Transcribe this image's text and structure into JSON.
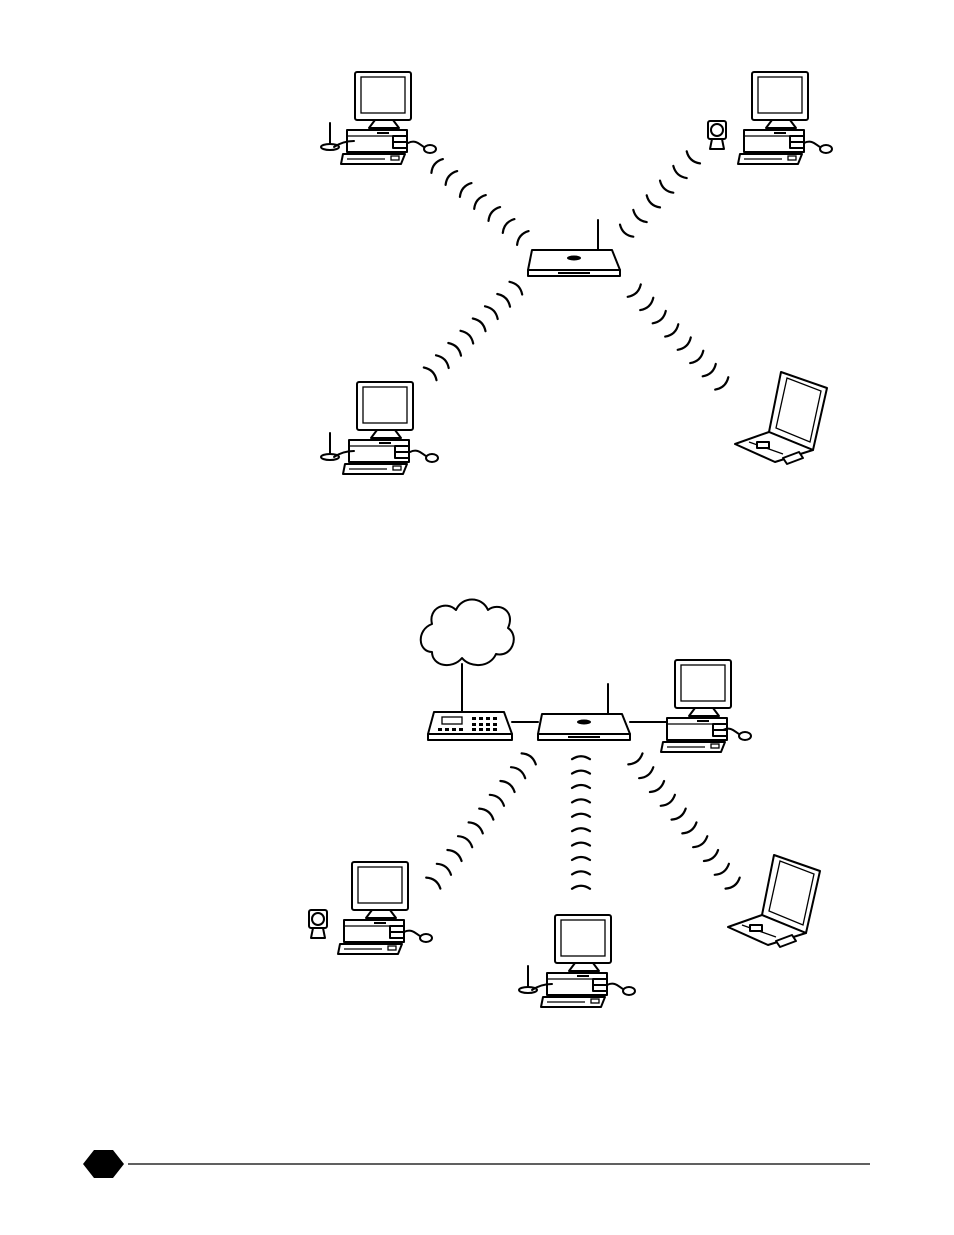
{
  "diagram": {
    "type": "wireless-network-topologies",
    "icons": {
      "desktop": "desktop-computer-icon",
      "laptop": "laptop-icon",
      "router": "wireless-router-icon",
      "modem": "modem-icon",
      "cloud": "internet-cloud-icon",
      "antenna": "usb-antenna-icon",
      "webcam": "webcam-icon"
    },
    "colors": {
      "ink": "#000000",
      "paper": "#ffffff"
    },
    "top_network": {
      "hub": "wireless-router",
      "clients": [
        "desktop-with-antenna",
        "desktop-with-webcam",
        "desktop-with-antenna",
        "laptop"
      ]
    },
    "bottom_network": {
      "chain": [
        "internet-cloud",
        "modem",
        "wireless-router",
        "wired-desktop"
      ],
      "wireless_clients": [
        "desktop-with-webcam",
        "desktop-with-antenna",
        "laptop"
      ]
    }
  },
  "footer": {
    "page_marker": "page-marker-icon"
  }
}
